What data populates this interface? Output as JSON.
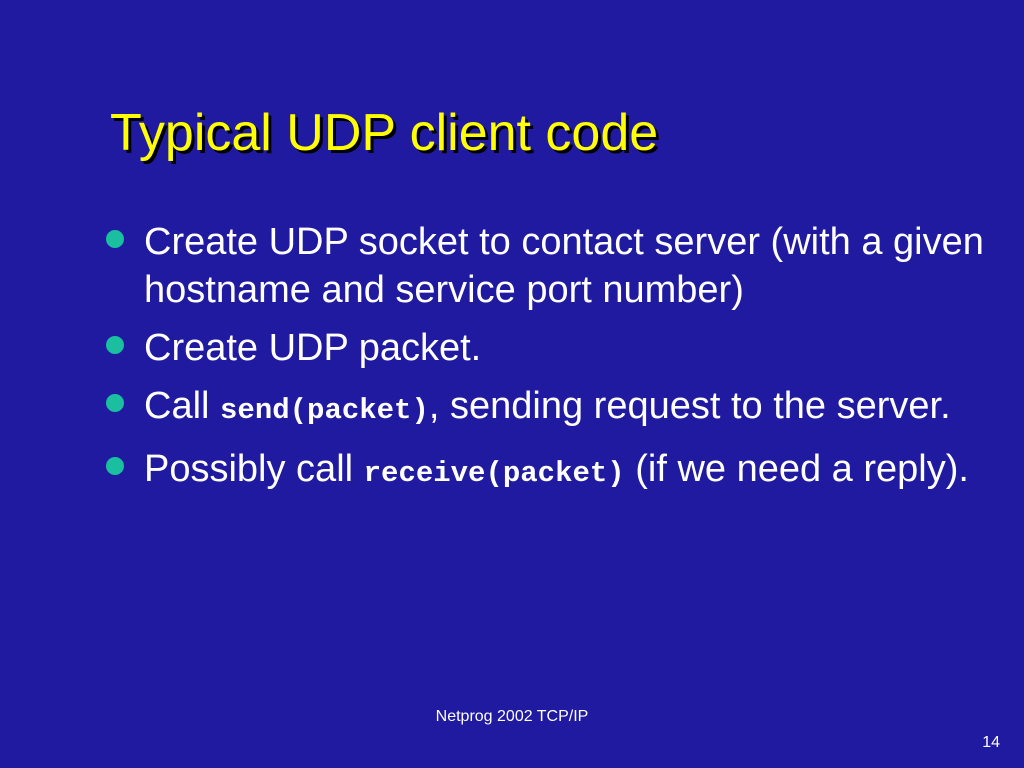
{
  "slide": {
    "title": "Typical UDP client code",
    "bullet_color": "#1abfa0",
    "title_color": "#ffff00",
    "background_color": "#1f1aa0",
    "bullets": [
      {
        "text": "Create UDP socket to contact server (with a given hostname and service port number)"
      },
      {
        "text": "Create UDP packet."
      },
      {
        "prefix": "Call ",
        "code": "send(packet)",
        "suffix": ", sending request to the server."
      },
      {
        "prefix": "Possibly call ",
        "code": "receive(packet)",
        "suffix": " (if we need a reply)."
      }
    ]
  },
  "footer": {
    "text": "Netprog 2002  TCP/IP",
    "page_number": "14"
  }
}
